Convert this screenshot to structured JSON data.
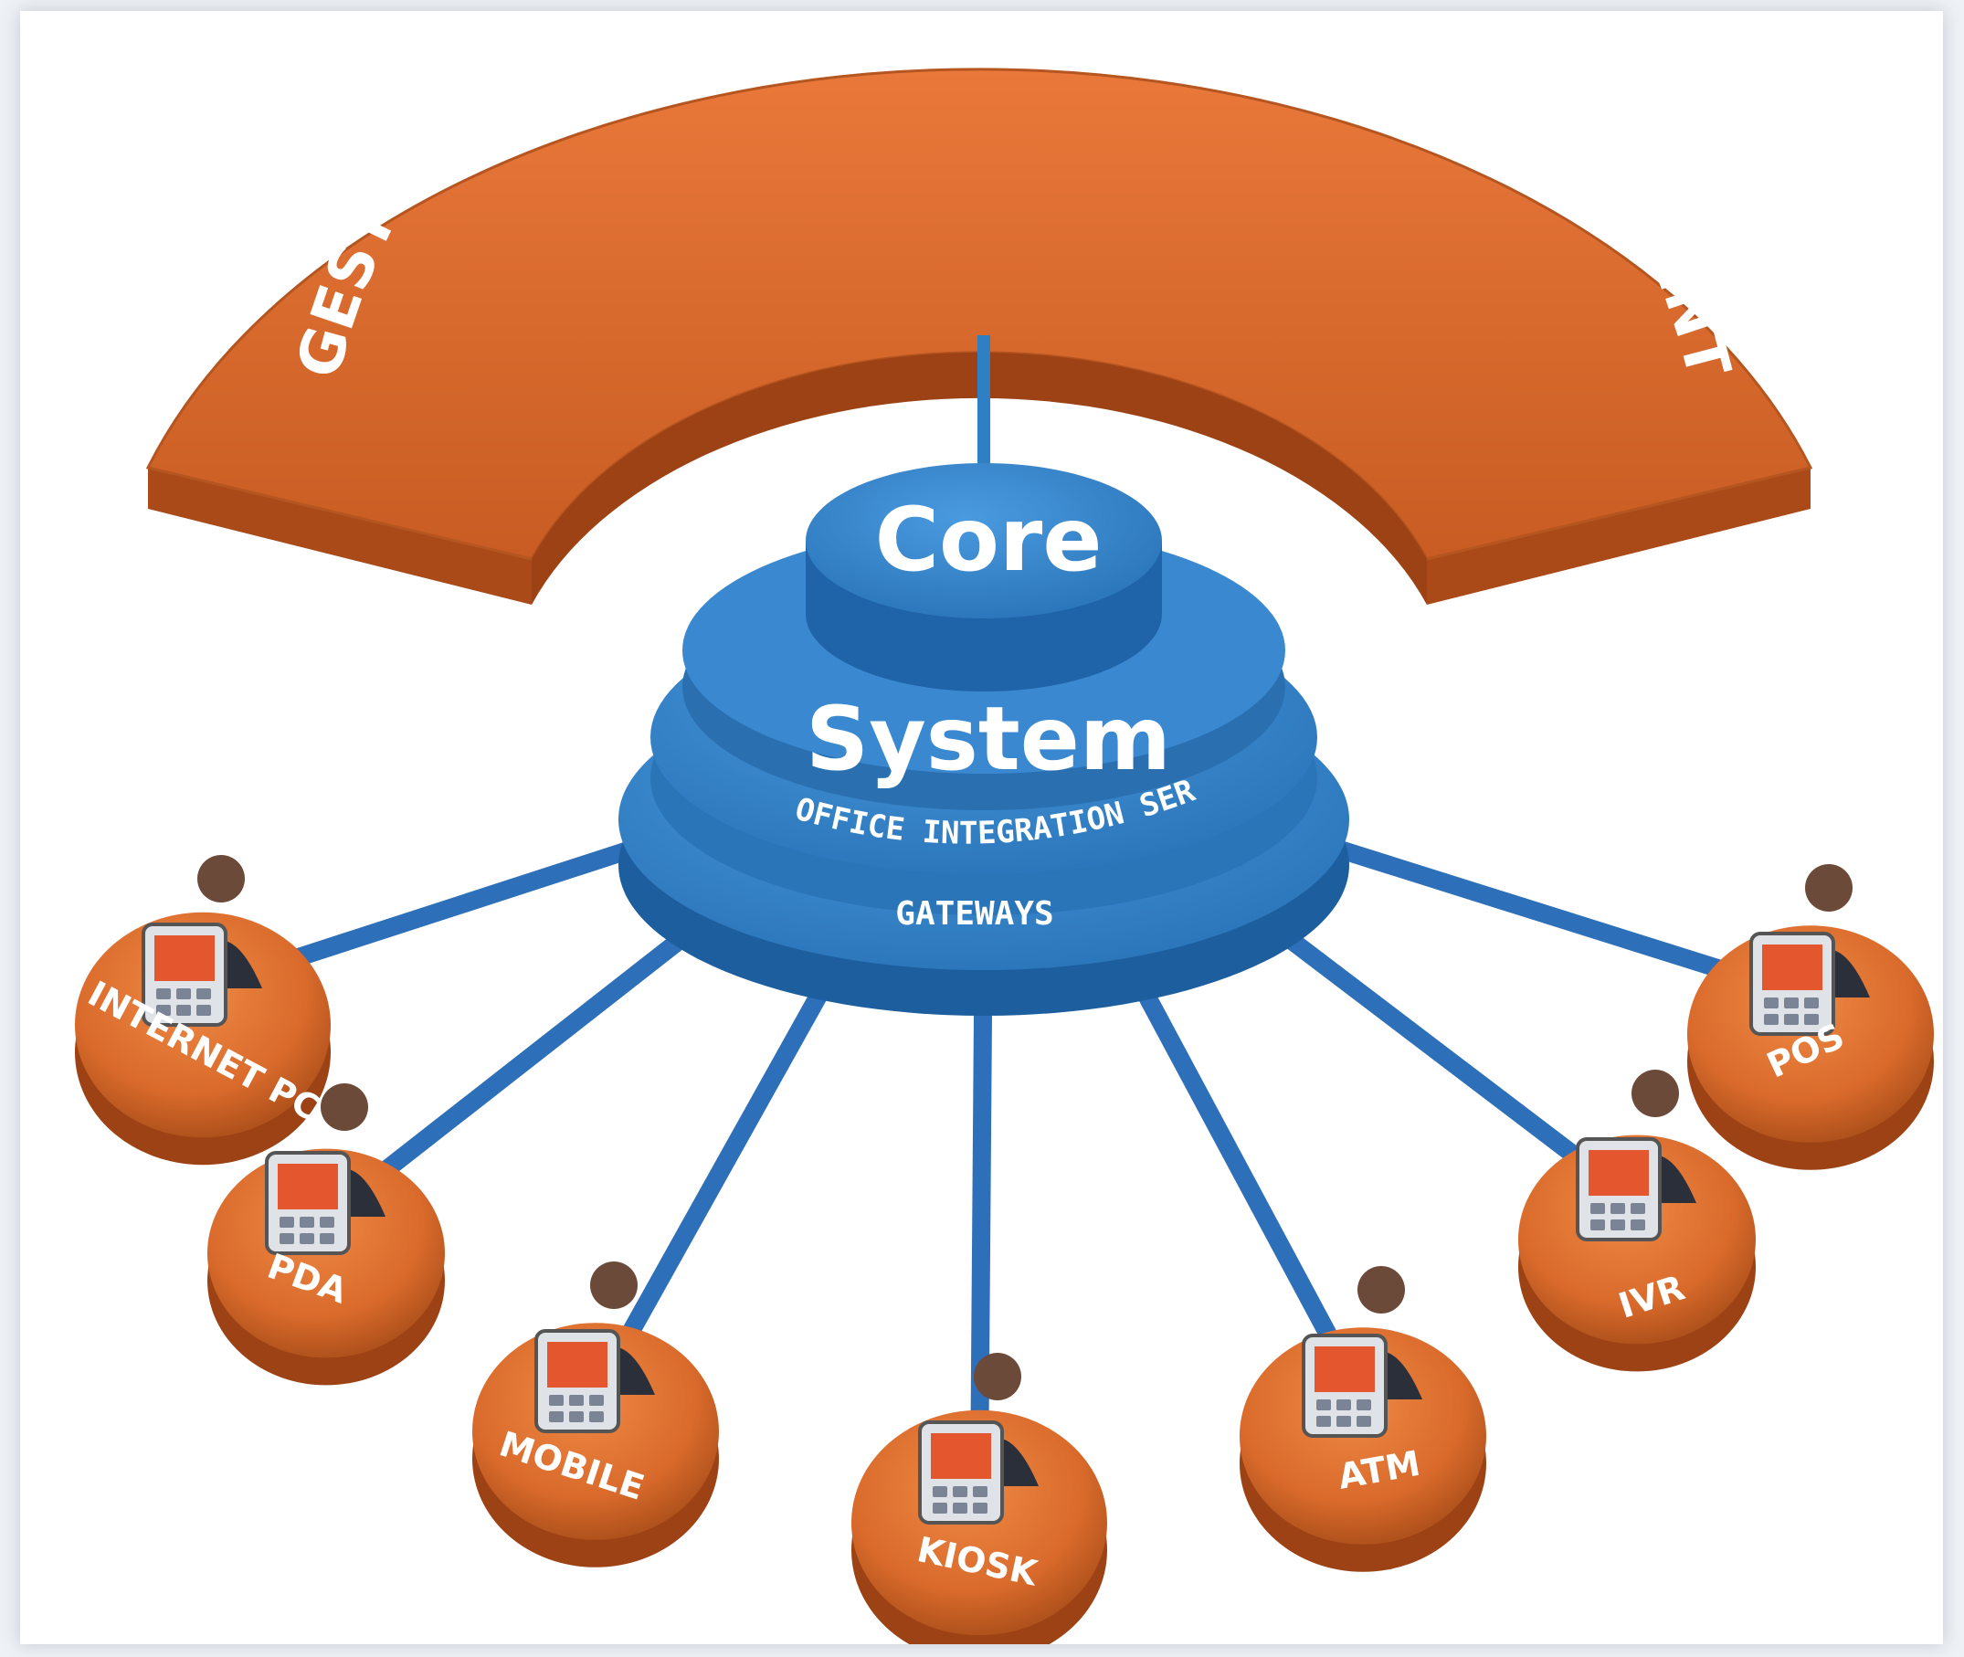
{
  "arc_title": "GESTION DE LA PRODUCTION ET DE L’ASSAINISSEMENT",
  "core": {
    "title": "Core",
    "subtitle": "System",
    "band_top": "BACK OFFICE INTEGRATION SERVICE",
    "band_bottom": "GATEWAYS"
  },
  "channels": [
    {
      "label": "INTERNET PC",
      "icon": "desktop-monitor-icon"
    },
    {
      "label": "PDA",
      "icon": "smartphone-icon"
    },
    {
      "label": "MOBILE",
      "icon": "handheld-terminal-icon"
    },
    {
      "label": "KIOSK",
      "icon": "kiosk-icon"
    },
    {
      "label": "ATM",
      "icon": "atm-icon"
    },
    {
      "label": "IVR",
      "icon": "headset-icon"
    },
    {
      "label": "POS",
      "icon": "pos-terminal-icon"
    }
  ],
  "colors": {
    "orange": "#d96a2b",
    "orange_dark": "#a94a18",
    "blue": "#2f7fc4",
    "blue_dark": "#1d5f9e",
    "blue_light": "#3d8fd4"
  }
}
